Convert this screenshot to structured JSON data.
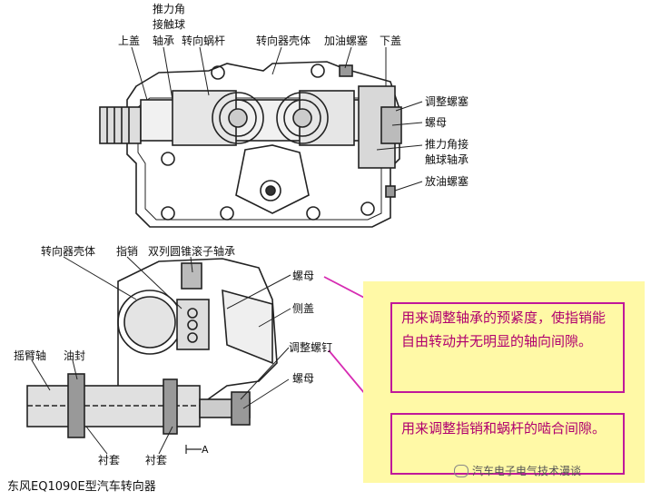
{
  "top_labels": {
    "thrust_bearing_upper": [
      "推力角",
      "接触球",
      "轴承"
    ],
    "upper_cover": "上盖",
    "worm": "转向蜗杆",
    "housing": "转向器壳体",
    "oil_plug": "加油螺塞",
    "lower_cover": "下盖",
    "adjust_plug": "调整螺塞",
    "nut": "螺母",
    "thrust_bearing_lower": [
      "推力角接",
      "触球轴承"
    ],
    "drain_plug": "放油螺塞"
  },
  "bottom_labels": {
    "housing": "转向器壳体",
    "pin": "指销",
    "roller_bearing": "双列圆锥滚子轴承",
    "nut_top": "螺母",
    "side_cover": "侧盖",
    "rocker_shaft": "摇臂轴",
    "oil_seal": "油封",
    "adjust_screw": "调整螺钉",
    "nut_bottom": "螺母",
    "bushing_left": "衬套",
    "bushing_right": "衬套",
    "section_mark": "A"
  },
  "callouts": {
    "first": "用来调整轴承的预紧度，使指销能自由转动并无明显的轴向间隙。",
    "second": "用来调整指销和蜗杆的啮合间隙。"
  },
  "caption": "东风EQ1090E型汽车转向器",
  "watermark": "汽车电子电气技术漫谈",
  "colors": {
    "callout_bg": "#fff9a6",
    "callout_border": "#c0189a",
    "callout_text": "#b0006e",
    "drawing": "#222222"
  }
}
